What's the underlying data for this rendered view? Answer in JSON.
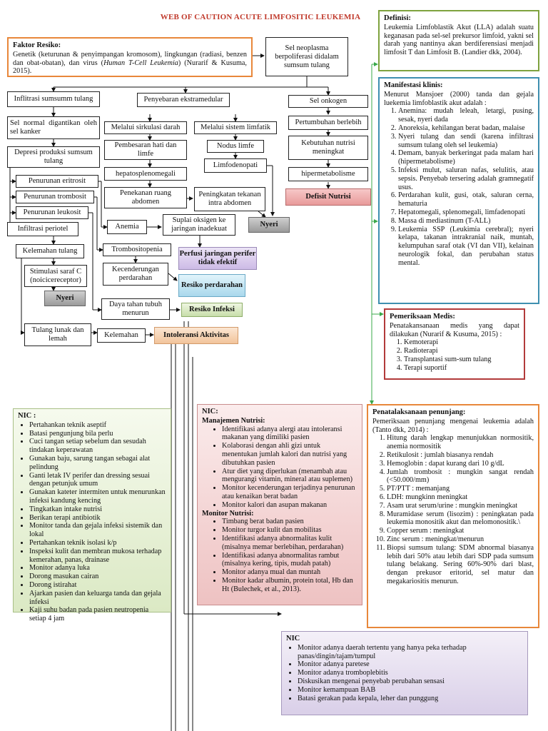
{
  "title": "WEB OF CAUTION ACUTE LIMFOSITIC LEUKEMIA",
  "faktor": {
    "heading": "Faktor Resiko:",
    "text_a": "Genetik (keturunan & penyimpangan kromosom), lingkungan (radiasi, benzen dan obat-obatan), dan virus (",
    "text_em": "Human T-Cell Leukemia",
    "text_b": ")  (Nurarif & Kusuma, 2015)."
  },
  "nodes": {
    "sel_neoplasma": "Sel neoplasma berpoliferasi didalam sumsum tulang",
    "infiltrasi_sumsum": "Inflitrasi sumsumm tulang",
    "sel_normal": "Sel normal digantikan oleh sel kanker",
    "depresi": "Depresi produksi sumsum tulang",
    "penurunan_eritrosit": "Penurunan eritrosit",
    "penurunan_trombosit": "Penurunan trombosit",
    "penurunan_leukosit": "Penurunan leukosit",
    "infiltrasi_periotel": "Infiltrasi periotel",
    "kelemahan_tulang": "Kelemahan tulang",
    "stimulasi_saraf": "Stimulasi saraf C (noicicereceptor)",
    "tulang_lunak": "Tulang lunak dan lemah",
    "kelemahan": "Kelemahan",
    "penyebaran": "Penyebaran ekstramedular",
    "sirkulasi_darah": "Melalui sirkulasi darah",
    "sistem_limfatik": "Melalui sistem limfatik",
    "pembesaran": "Pembesaran hati dan limfe",
    "hepatosplenomegali": "hepatosplenomegali",
    "penekanan": "Penekanan ruang abdomen",
    "peningkatan_tekanan": "Peningkatan tekanan intra abdomen",
    "nodus_limfe": "Nodus limfe",
    "limfodenopati": "Limfodenopati",
    "anemia": "Anemia",
    "suplai_oksigen": "Suplai oksigen ke jaringan inadekuat",
    "trombositopenia": "Trombositopenia",
    "kecenderungan": "Kecenderungan perdarahan",
    "daya_tahan": "Daya tahan tubuh menurun",
    "sel_onkogen": "Sel onkogen",
    "pertumbuhan": "Pertumbuhan berlebih",
    "kebutuhan_nutrisi": "Kebutuhan nutrisi meningkat",
    "hipermetabolisme": "hipermetabolisme"
  },
  "diagnoses": {
    "defisit_nutrisi": "Defisit Nutrisi",
    "nyeri_right": "Nyeri",
    "nyeri_left": "Nyeri",
    "perfusi": "Perfusi jaringan perifer tidak efektif",
    "resiko_perdarahan": "Resiko perdarahan",
    "resiko_infeksi": "Resiko Infeksi",
    "intoleransi": "Intoleransi Aktivitas"
  },
  "definisi": {
    "heading": "Definisi:",
    "text": "Leukemia Limfoblastik Akut (LLA) adalah suatu keganasan pada sel-sel prekursor limfoid, yakni sel darah yang nantinya akan berdiferensiasi menjadi limfosit T dan Limfosit B. (Landier dkk, 2004)."
  },
  "manifestasi": {
    "heading": "Manifestasi klinis:",
    "intro": "Menurut Mansjoer (2000) tanda dan gejala luekemia limfoblastik akut adalah :",
    "items": [
      "Anemina: mudah leleah, letargi, pusing, sesak, nyeri dada",
      "Anoreksia, kehilangan berat badan, malaise",
      "Nyeri tulang dan sendi (karena infiltrasi sumsum tulang oleh sel leukemia)",
      "Demam, banyak berkeringat pada malam hari (hipermetabolisme)",
      "Infeksi mulut, saluran nafas, selulitis, atau sepsis. Penyebab tersering adalah gramnegatif usus.",
      "Perdarahan kulit, gusi, otak, saluran cerna, hematuria",
      "Hepatomegali, splenomegali, limfadenopati",
      "Massa di mediastinum (T-ALL)",
      "Leukemia SSP (Leukimia cerebral); nyeri kelapa, takanan intrakranial naik, muntah, kelumpuhan saraf otak (VI dan VII), kelainan neurologik fokal, dan perubahan status mental."
    ]
  },
  "pemeriksaan_medis": {
    "heading": "Pemeriksaan Medis:",
    "intro": "Penatakansanaan medis yang dapat dilakukan (Nurarif & Kusuma, 2015) :",
    "items": [
      "Kemoterapi",
      "Radioterapi",
      "Transplantasi sum-sum tulang",
      "Terapi suportif"
    ]
  },
  "penunjang": {
    "heading": "Penatalaksanaan penunjang:",
    "intro": "Pemeriksaan penunjang mengenai leukemia adalah (Tanto dkk, 2014) :",
    "items": [
      "Hitung darah lengkap menunjukkan normositik, anemia normositik",
      "Retikulosit : jumlah biasanya rendah",
      "Hemoglobin : dapat kurang dari 10 g/dL",
      "Jumlah trombosit : mungkin sangat rendah (<50.000/mm)",
      "PT/PTT : memanjang",
      "LDH: mungkinn meningkat",
      "Asam urat serum/urine : mungkin meningkat",
      "Muramidase serum (lisozim) : peningkatan pada leukemia monositik akut dan melomonositik.\\",
      "Copper serum : meningkat",
      "Zinc serum : meningkat/menurun",
      "Biopsi sumsum tulang: SDM abnormal biasanya lebih dari 50% atau lebih dari SDP pada sumsum tulang belakang. Sering 60%-90% dari blast, dengan prekusor eritorid, sel matur dan megakariositis menurun."
    ]
  },
  "nic_infeksi": {
    "heading": "NIC :",
    "items": [
      "Pertahankan teknik aseptif",
      "Batasi pengunjung bila perlu",
      "Cuci tangan setiap sebelum dan sesudah tindakan keperawatan",
      "Gunakan baju, sarung tangan sebagai alat pelindung",
      "Ganti letak IV perifer dan dressing sesuai dengan petunjuk umum",
      "Gunakan kateter intermiten untuk menurunkan infeksi kandung kencing",
      "Tingkatkan intake nutrisi",
      "Berikan terapi antibiotik",
      "Monitor tanda dan gejala infeksi sistemik dan lokal",
      "Pertahankan teknik isolasi k/p",
      "Inspeksi kulit dan membran mukosa terhadap kemerahan, panas, drainase",
      "Monitor adanya luka",
      "Dorong masukan cairan",
      "Dorong istirahat",
      "Ajarkan pasien dan keluarga tanda dan gejala infeksi",
      "Kaji suhu badan pada pasien neutropenia setiap 4 jam"
    ]
  },
  "nic_nutrisi": {
    "heading": "NIC:",
    "sub1": "Manajemen Nutrisi:",
    "items1": [
      "Identifikasi adanya alergi atau intoleransi makanan yang dimiliki pasien",
      "Kolaborasi dengan ahli gizi untuk menentukan jumlah kalori dan nutrisi yang dibutuhkan pasien",
      "Atur diet yang diperlukan (menambah atau mengurangi vitamin, mineral atau suplemen)",
      "Monitor kecenderungan terjadinya penurunan atau kenaikan berat badan",
      "Monitor kalori dan asupan makanan"
    ],
    "sub2": "Monitor Nutrisi:",
    "items2": [
      "Timbang berat badan pasien",
      "Monitor turgor kulit dan mobilitas",
      "Identifikasi adanya abnormalitas kulit (misalnya memar berlebihan, perdarahan)",
      "Identifikasi adanya abnormalitas rambut (misalnya kering, tipis, mudah patah)",
      "Monitor adanya mual dan muntah",
      "Monitor kadar albumin, protein total, Hb dan Ht (Bulechek, et al., 2013)."
    ]
  },
  "nic_perfusi": {
    "heading": "NIC",
    "items": [
      "Monitor adanya daerah tertentu yang hanya peka terhadap panas/dingin/tajam/tumpul",
      "Monitor adanya paretese",
      "Monitor adanya tromboplebitis",
      "Diskusikan mengenai penyebab perubahan sensasi",
      "Monitor kemampuan BAB",
      "Batasi gerakan pada kepala, leher dan punggung"
    ]
  },
  "colors": {
    "title": "#c0392b",
    "faktor_border": "#e8873a",
    "definisi_border": "#7ea23e",
    "manifestasi_border": "#3e8fb0",
    "pemeriksaan_border": "#b23a3a",
    "penunjang_border": "#e8873a",
    "green_arrow": "#3aa84a"
  }
}
